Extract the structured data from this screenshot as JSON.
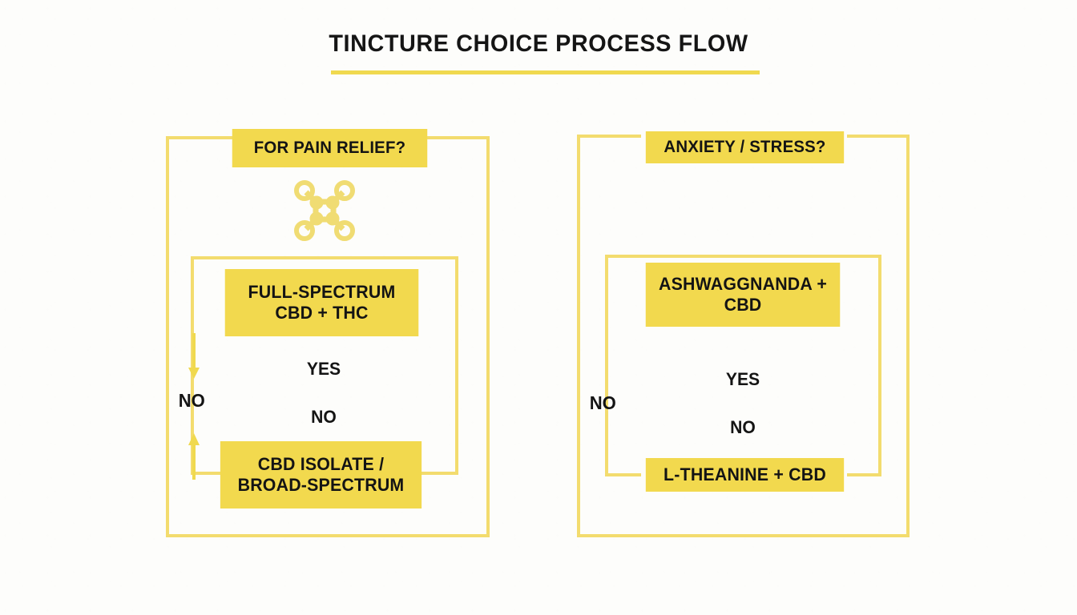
{
  "page": {
    "title": "TINCTURE CHOICE PROCESS FLOW",
    "background_color": "#fdfdfb"
  },
  "theme": {
    "accent_fill": "#f2d94e",
    "frame_line": "#f3dc6e",
    "underline": "#f0d94f",
    "text_dark": "#141414"
  },
  "flows": [
    {
      "id": "pain",
      "icon": "molecule-icon",
      "header": "FOR PAIN RELIEF?",
      "yes_label": "YES",
      "no_label": "NO",
      "loop_label": "NO",
      "yes_option": "FULL-SPECTRUM\nCBD + THC",
      "yes_option_line1": "FULL-SPECTRUM",
      "yes_option_line2": "CBD + THC",
      "no_option_line1": "CBD ISOLATE /",
      "no_option_line2": "BROAD-SPECTRUM"
    },
    {
      "id": "anxiety",
      "icon": "brain-icon",
      "header": "ANXIETY / STRESS?",
      "yes_label": "YES",
      "no_label": "NO",
      "loop_label": "NO",
      "yes_option_line1": "ASHWAGGNANDA +",
      "yes_option_line2": "CBD",
      "no_option_line1": "L-THEANINE + CBD",
      "no_option_line2": ""
    }
  ]
}
